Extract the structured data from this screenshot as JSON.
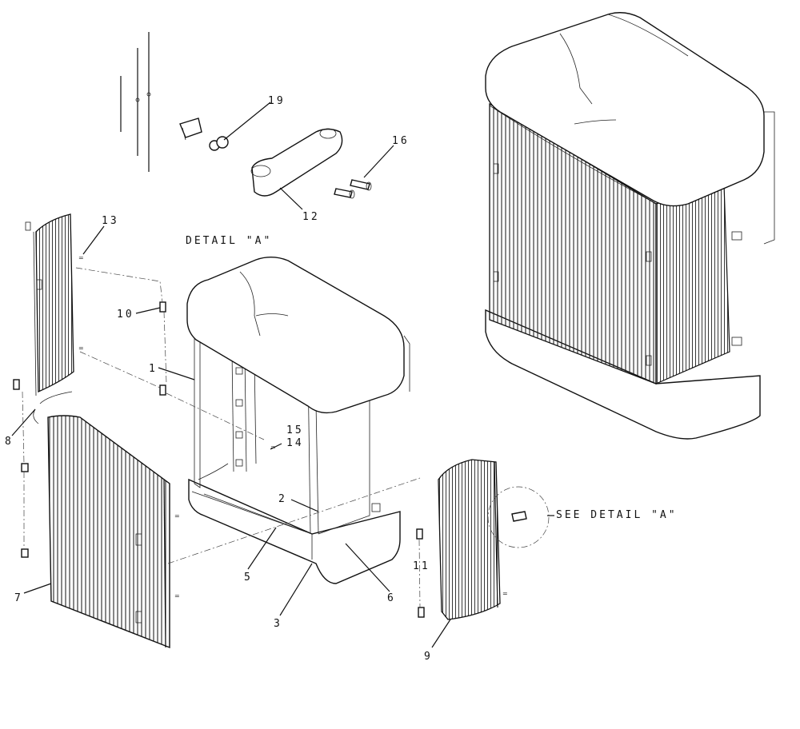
{
  "title": "",
  "detail_label": "DETAIL \"A\"",
  "see_detail_label": "SEE DETAIL \"A\"",
  "callouts": {
    "c1": "1",
    "c2": "2",
    "c3": "3",
    "c5": "5",
    "c6": "6",
    "c7": "7",
    "c8": "8",
    "c9": "9",
    "c10": "10",
    "c11": "11",
    "c12": "12",
    "c13": "13",
    "c14": "14",
    "c15": "15",
    "c16": "16",
    "c19": "19"
  }
}
